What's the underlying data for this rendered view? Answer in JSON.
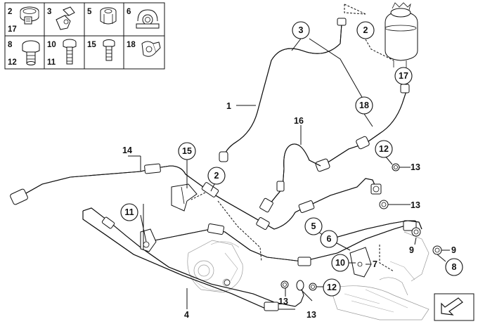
{
  "legend": {
    "cells": [
      {
        "id": "legend-cell-2-17",
        "top": "2",
        "bottom": "17"
      },
      {
        "id": "legend-cell-3",
        "top": "3",
        "bottom": ""
      },
      {
        "id": "legend-cell-5",
        "top": "5",
        "bottom": ""
      },
      {
        "id": "legend-cell-6",
        "top": "6",
        "bottom": ""
      },
      {
        "id": "legend-cell-8-12",
        "top": "8",
        "bottom": "12"
      },
      {
        "id": "legend-cell-10-11",
        "top": "10",
        "bottom": "11"
      },
      {
        "id": "legend-cell-15",
        "top": "15",
        "bottom": ""
      },
      {
        "id": "legend-cell-18",
        "top": "18",
        "bottom": ""
      }
    ]
  },
  "callouts": {
    "c3": "3",
    "c2_top": "2",
    "c17": "17",
    "c18": "18",
    "c12_right": "12",
    "c15": "15",
    "c2_mid": "2",
    "c11": "11",
    "c5": "5",
    "c6": "6",
    "c10": "10",
    "c8": "8",
    "c12_bottom": "12"
  },
  "labels": {
    "l1": "1",
    "l16": "16",
    "l14": "14",
    "l13_a": "13",
    "l13_b": "13",
    "l9_a": "9",
    "l9_b": "9",
    "l7": "7",
    "l4": "4",
    "l13_c": "13",
    "l13_d": "13"
  },
  "icons": {
    "front_arrow": "front-direction-arrow-icon"
  }
}
